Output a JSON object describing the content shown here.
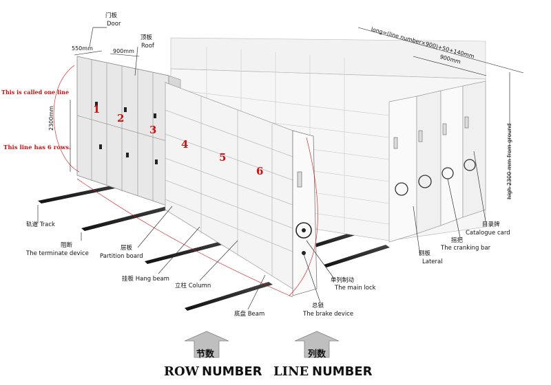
{
  "callouts": {
    "door": "Door",
    "door_cn": "门板",
    "roof": "Roof",
    "roof_cn": "顶板",
    "track": "Track",
    "track_cn": "轨道",
    "terminate": "The terminate device",
    "terminate_cn": "阻断",
    "partition": "Partition board",
    "partition_cn": "层板",
    "hangbeam": "Hang beam",
    "hangbeam_cn": "挂板",
    "column": "Column",
    "column_cn": "立柱",
    "beam": "Beam",
    "beam_cn": "底盘",
    "brake": "The brake device",
    "brake_cn": "总锁",
    "mainlock": "The main lock",
    "mainlock_cn": "单列制动",
    "lateral": "Lateral",
    "lateral_cn": "侧板",
    "cranking": "The cranking bar",
    "cranking_cn": "摇把",
    "catalogue": "Catalogue card",
    "catalogue_cn": "目录牌"
  },
  "annotations": {
    "one_line": "This is called one line",
    "six_rows": "This line has 6 rows.",
    "rows": [
      "1",
      "2",
      "3",
      "4",
      "5",
      "6"
    ]
  },
  "dimensions": {
    "depth": "550mm",
    "width": "900mm",
    "height": "2300mm",
    "long": "long=(line number×900)+50+140mm",
    "unit_width": "900mm",
    "high": "high 2300 mm from ground"
  },
  "footer": {
    "row_cn": "节数",
    "row_a": "ROW",
    "row_b": "NUMBER",
    "line_cn": "列数",
    "line_a": "LINE",
    "line_b": "NUMBER"
  },
  "colors": {
    "red": "#d01010",
    "steel": "#e6e6e6",
    "track": "#222222"
  }
}
